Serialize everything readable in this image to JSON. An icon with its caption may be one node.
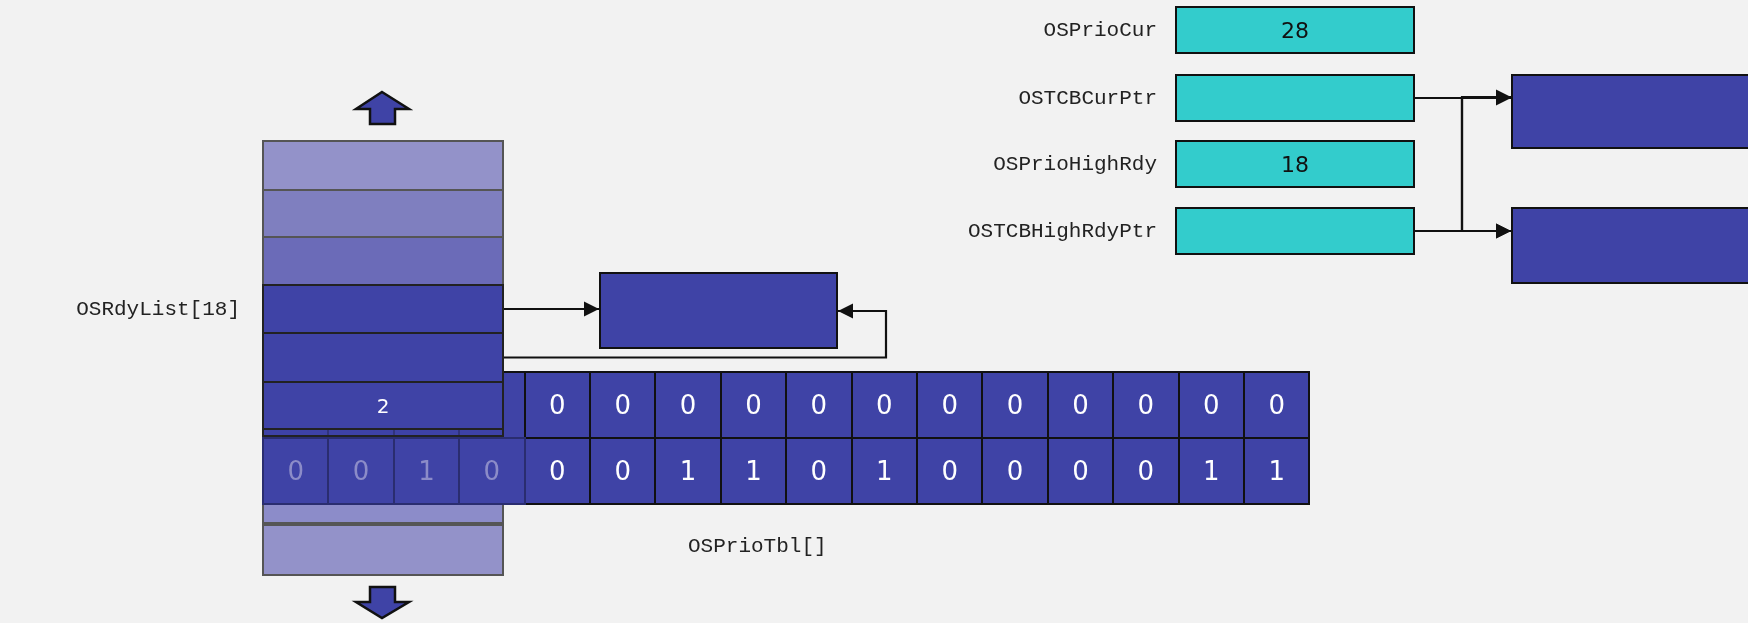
{
  "diagram": {
    "nodes": [
      {
        "text": [
          "OSPrioCur",
          "28"
        ]
      },
      {
        "text": [
          "OSTCBCurPtr"
        ]
      },
      {
        "text": [
          "OSPrioHighRdy",
          "18"
        ]
      },
      {
        "text": [
          "OSTCBHighRdyPtr"
        ]
      },
      {
        "text": [],
        "shape": "box"
      },
      {
        "text": [],
        "shape": "box"
      },
      {
        "text": [],
        "shape": "box"
      },
      {
        "text": [],
        "shape": "box"
      },
      {
        "text": [],
        "shape": "box"
      },
      {
        "text": [
          "OSRdyList[18]"
        ]
      },
      {
        "text": [],
        "shape": "box"
      },
      {
        "text": [
          "2"
        ]
      },
      {
        "text": [],
        "shape": "box"
      },
      {
        "text": [],
        "shape": "box"
      },
      {
        "text": [],
        "shape": "box"
      },
      {
        "text": [],
        "shape": "box"
      }
    ],
    "edges": [
      {
        "from": 1,
        "to": 4,
        "arrow": "to"
      },
      {
        "from": 3,
        "to": 5,
        "arrow": "to"
      },
      {
        "from": 1,
        "to": 5,
        "arrow": "to"
      },
      {
        "from": 3,
        "to": 4,
        "arrow": "to"
      },
      {
        "from": 9,
        "to": 15,
        "arrow": "to"
      },
      {
        "from": 10,
        "to": 15,
        "arrow": "to"
      }
    ],
    "labels": [
      "0",
      "0",
      "0",
      "0",
      "0",
      "0",
      "0",
      "0",
      "0",
      "0",
      "0",
      "0",
      "0",
      "0",
      "1",
      "0",
      "0",
      "0",
      "1",
      "1",
      "0",
      "1",
      "0",
      "0",
      "0",
      "0",
      "1",
      "1",
      "OSPrioTbl[]"
    ]
  }
}
